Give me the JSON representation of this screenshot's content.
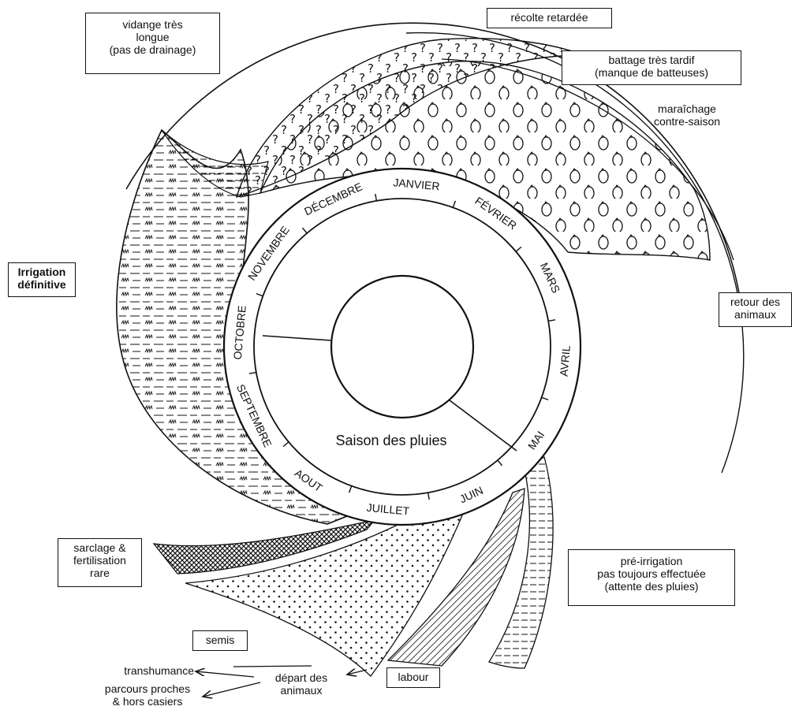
{
  "months": [
    "JANVIER",
    "FÉVRIER",
    "MARS",
    "AVRIL",
    "MAI",
    "JUIN",
    "JUILLET",
    "AOUT",
    "SEPTEMBRE",
    "OCTOBRE",
    "NOVEMBRE",
    "DÉCEMBRE"
  ],
  "center_label": "Saison des pluies",
  "labels": {
    "recolte": "récolte retardée",
    "battage": [
      "battage très tardif",
      "(manque de batteuses)"
    ],
    "vidange": [
      "vidange très",
      "longue",
      "(pas de drainage)"
    ],
    "maraichage": [
      "maraîchage",
      "contre-saison"
    ],
    "irrigation": [
      "Irrigation",
      "définitive"
    ],
    "retour": [
      "retour des",
      "animaux"
    ],
    "sarclage": [
      "sarclage &",
      "fertilisation",
      "rare"
    ],
    "pre_irrigation": [
      "pré-irrigation",
      "pas toujours effectuée",
      "(attente des pluies)"
    ],
    "semis": "semis",
    "labour": "labour",
    "depart": [
      "départ des",
      "animaux"
    ],
    "transhumance": "transhumance",
    "parcours": [
      "parcours proches",
      "& hors casiers"
    ]
  },
  "colors": {
    "ink": "#111111",
    "paper": "#ffffff"
  }
}
